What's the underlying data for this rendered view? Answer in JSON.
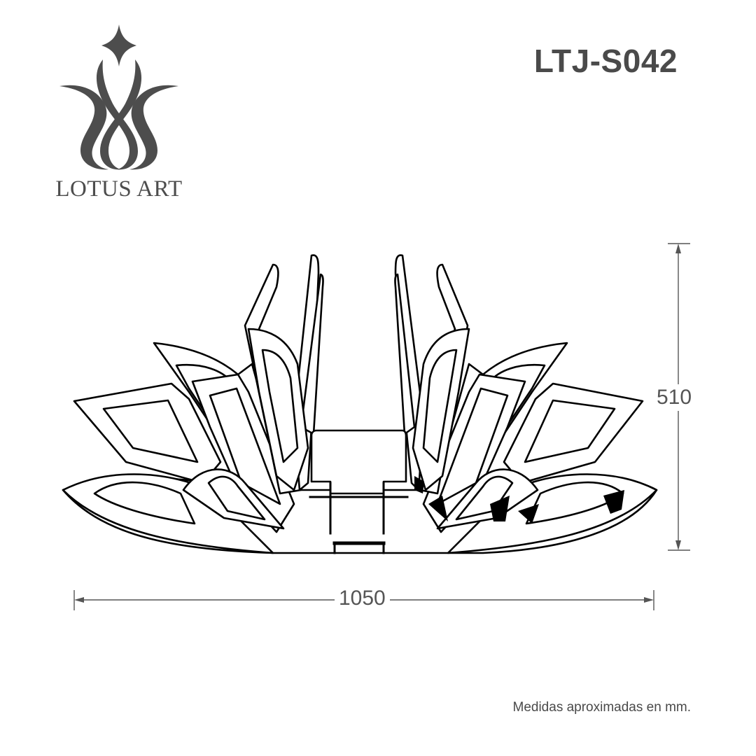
{
  "brand": {
    "name": "LOTUS ART",
    "logo_icon": "lotus-monogram-icon"
  },
  "model_code": "LTJ-S042",
  "dimensions": {
    "width_value": "1050",
    "height_value": "510"
  },
  "note": "Medidas aproximadas en mm.",
  "colors": {
    "text": "#4a4a4a",
    "line": "#000000",
    "dimension_line": "#555555"
  }
}
